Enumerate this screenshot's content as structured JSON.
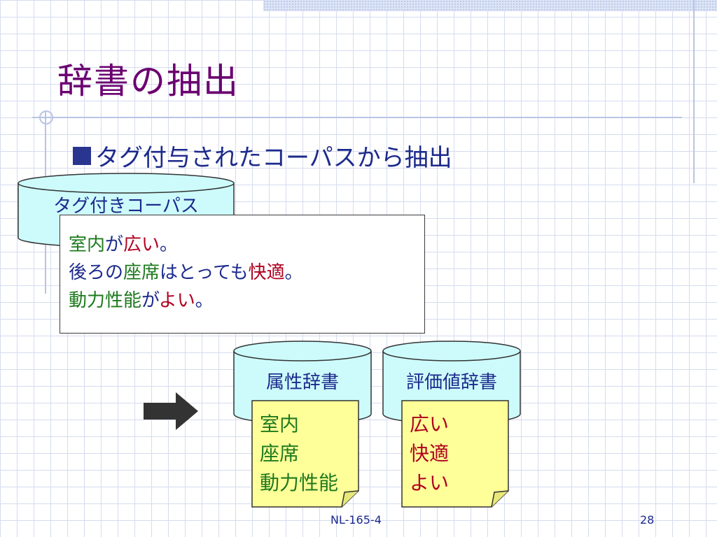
{
  "slide": {
    "title": "辞書の抽出",
    "bullet": "タグ付与されたコーパスから抽出"
  },
  "corpus": {
    "label": "タグ付きコーパス"
  },
  "sentences": [
    [
      {
        "text": "室内",
        "color": "#1e7a1e"
      },
      {
        "text": "が",
        "color": "#1c2a8c"
      },
      {
        "text": "広い",
        "color": "#b00020"
      },
      {
        "text": "。",
        "color": "#1c2a8c"
      }
    ],
    [
      {
        "text": "後ろの",
        "color": "#1c2a8c"
      },
      {
        "text": "座席",
        "color": "#1e7a1e"
      },
      {
        "text": "はとっても",
        "color": "#1c2a8c"
      },
      {
        "text": "快適",
        "color": "#b00020"
      },
      {
        "text": "。",
        "color": "#1c2a8c"
      }
    ],
    [
      {
        "text": "動力性能",
        "color": "#1e7a1e"
      },
      {
        "text": "が",
        "color": "#1c2a8c"
      },
      {
        "text": "よい",
        "color": "#b00020"
      },
      {
        "text": "。",
        "color": "#1c2a8c"
      }
    ]
  ],
  "attribute_dict": {
    "label": "属性辞書",
    "items": [
      "室内",
      "座席",
      "動力性能"
    ],
    "item_color": "#1e7a1e"
  },
  "evaluation_dict": {
    "label": "評価値辞書",
    "items": [
      "広い",
      "快適",
      "よい"
    ],
    "item_color": "#b00020"
  },
  "footer": {
    "center": "NL-165-4",
    "page_number": "28"
  },
  "colors": {
    "title": "#6b0070",
    "text": "#1c2a8c",
    "cylinder_fill": "#cdfbfb",
    "note_fill": "#ffff99",
    "arrow": "#333333"
  },
  "icons": {
    "arrow": "right-arrow-icon"
  }
}
